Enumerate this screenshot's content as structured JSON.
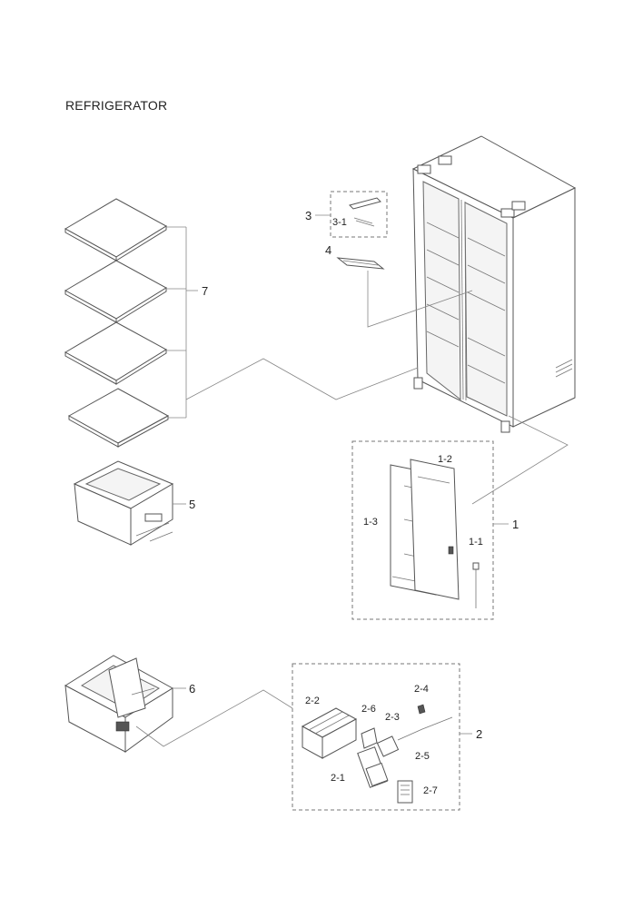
{
  "title": "REFRIGERATOR",
  "callouts": {
    "c1": "1",
    "c1_1": "1-1",
    "c1_2": "1-2",
    "c1_3": "1-3",
    "c2": "2",
    "c2_1": "2-1",
    "c2_2": "2-2",
    "c2_3": "2-3",
    "c2_4": "2-4",
    "c2_5": "2-5",
    "c2_6": "2-6",
    "c2_7": "2-7",
    "c3": "3",
    "c3_1": "3-1",
    "c4": "4",
    "c5": "5",
    "c6": "6",
    "c7": "7"
  }
}
